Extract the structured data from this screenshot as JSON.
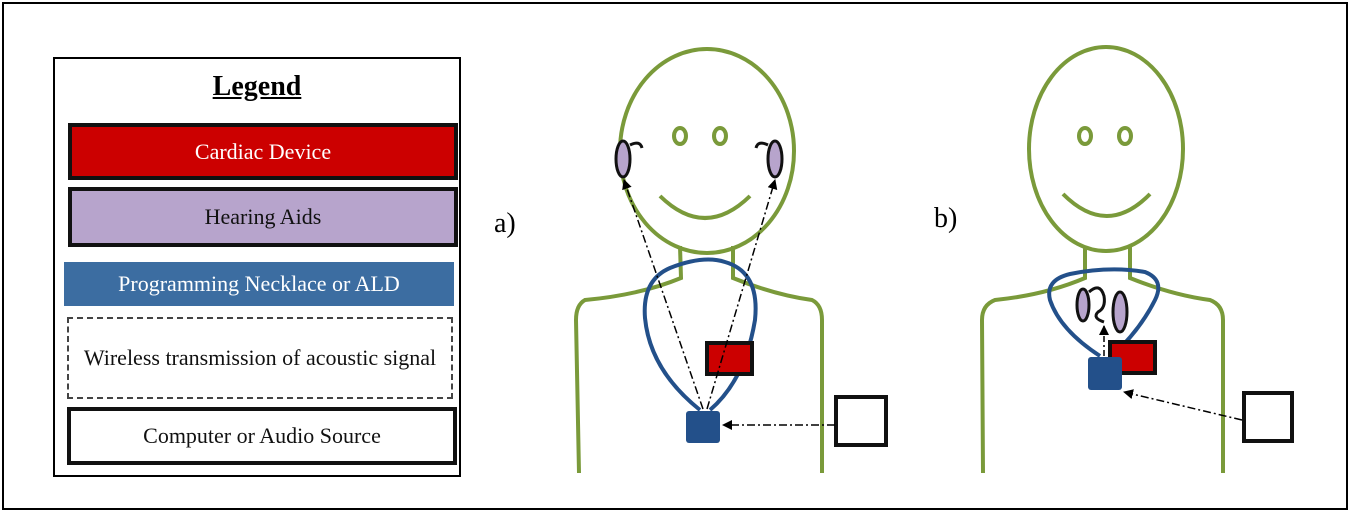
{
  "legend": {
    "title": "Legend",
    "items": {
      "cardiac_device": "Cardiac Device",
      "hearing_aids": "Hearing Aids",
      "programming_necklace": "Programming Necklace or ALD",
      "wireless_transmission": "Wireless transmission of acoustic signal",
      "computer_audio": "Computer or Audio Source"
    }
  },
  "panels": {
    "a_label": "a)",
    "b_label": "b)"
  },
  "colors": {
    "body_outline": "#7a9a3a",
    "necklace": "#23508a",
    "cardiac": "#cc0000",
    "hearing": "#b7a4cc",
    "legend_necklace": "#3c6da1"
  }
}
